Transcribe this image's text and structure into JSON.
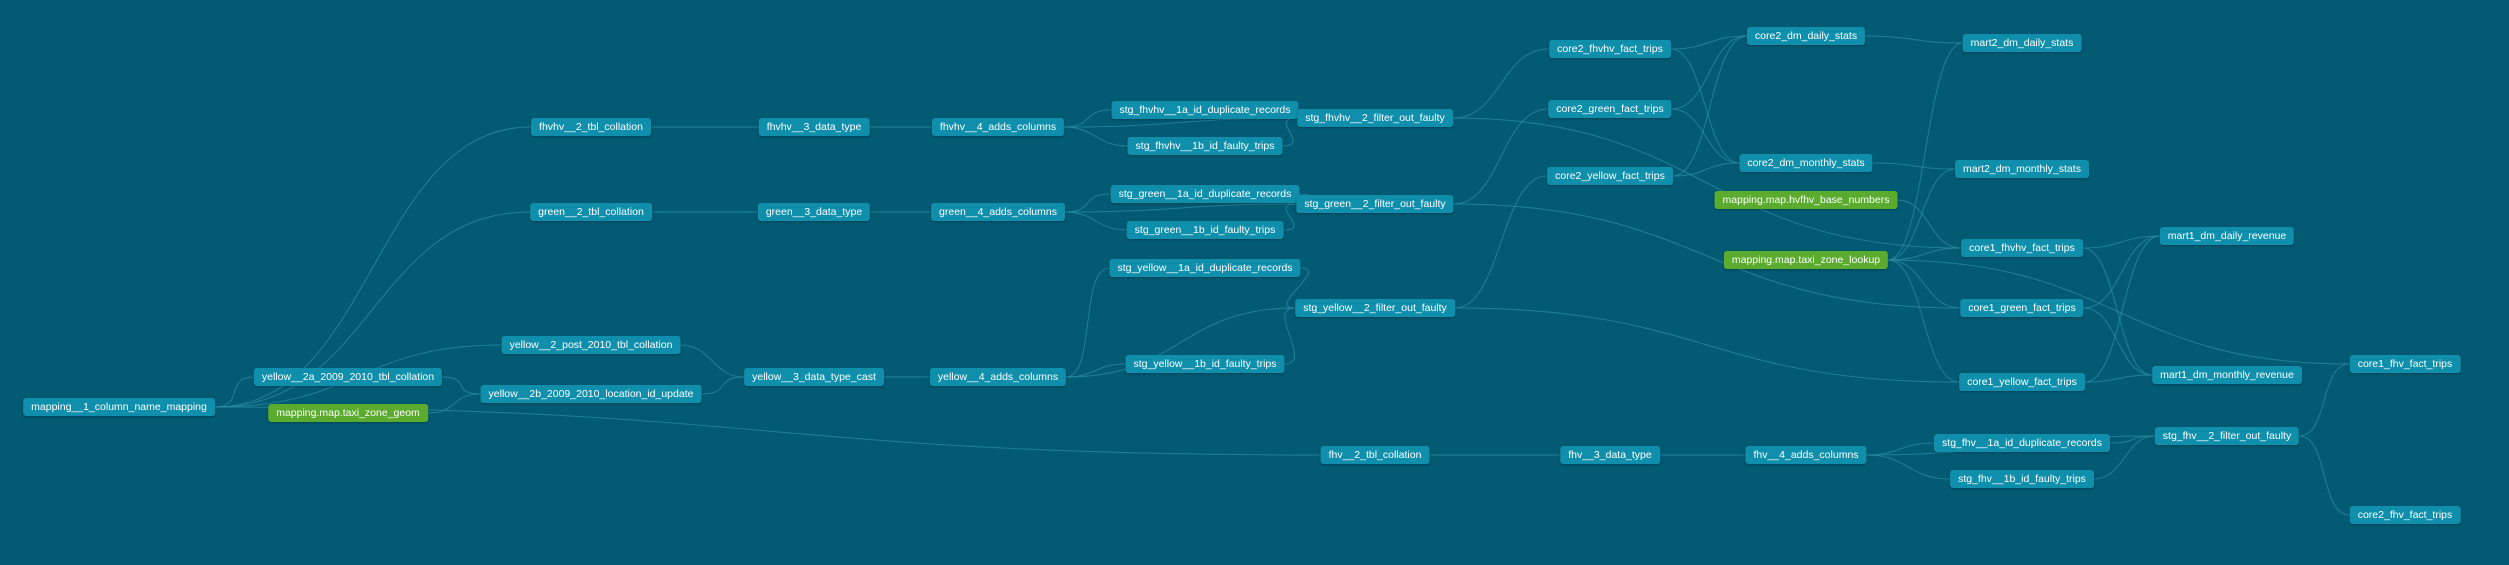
{
  "colors": {
    "background": "#035a73",
    "model": "#0f8fab",
    "seed": "#5aab2e",
    "edge": "#2b8da5"
  },
  "nodes": [
    {
      "id": "n1",
      "label": "mapping__1_column_name_mapping",
      "kind": "model"
    },
    {
      "id": "n2",
      "label": "yellow__2a_2009_2010_tbl_collation",
      "kind": "model"
    },
    {
      "id": "n3",
      "label": "mapping.map.taxi_zone_geom",
      "kind": "seed"
    },
    {
      "id": "n4",
      "label": "fhvhv__2_tbl_collation",
      "kind": "model"
    },
    {
      "id": "n5",
      "label": "green__2_tbl_collation",
      "kind": "model"
    },
    {
      "id": "n6",
      "label": "yellow__2_post_2010_tbl_collation",
      "kind": "model"
    },
    {
      "id": "n7",
      "label": "yellow__2b_2009_2010_location_id_update",
      "kind": "model"
    },
    {
      "id": "n8",
      "label": "fhvhv__3_data_type",
      "kind": "model"
    },
    {
      "id": "n9",
      "label": "green__3_data_type",
      "kind": "model"
    },
    {
      "id": "n10",
      "label": "yellow__3_data_type_cast",
      "kind": "model"
    },
    {
      "id": "n11",
      "label": "fhvhv__4_adds_columns",
      "kind": "model"
    },
    {
      "id": "n12",
      "label": "green__4_adds_columns",
      "kind": "model"
    },
    {
      "id": "n13",
      "label": "yellow__4_adds_columns",
      "kind": "model"
    },
    {
      "id": "n14",
      "label": "stg_fhvhv__1a_id_duplicate_records",
      "kind": "model"
    },
    {
      "id": "n15",
      "label": "stg_fhvhv__1b_id_faulty_trips",
      "kind": "model"
    },
    {
      "id": "n16",
      "label": "stg_green__1a_id_duplicate_records",
      "kind": "model"
    },
    {
      "id": "n17",
      "label": "stg_green__1b_id_faulty_trips",
      "kind": "model"
    },
    {
      "id": "n18",
      "label": "stg_yellow__1a_id_duplicate_records",
      "kind": "model"
    },
    {
      "id": "n19",
      "label": "stg_yellow__1b_id_faulty_trips",
      "kind": "model"
    },
    {
      "id": "n20",
      "label": "stg_fhvhv__2_filter_out_faulty",
      "kind": "model"
    },
    {
      "id": "n21",
      "label": "stg_green__2_filter_out_faulty",
      "kind": "model"
    },
    {
      "id": "n22",
      "label": "stg_yellow__2_filter_out_faulty",
      "kind": "model"
    },
    {
      "id": "n23",
      "label": "fhv__2_tbl_collation",
      "kind": "model"
    },
    {
      "id": "n24",
      "label": "core2_fhvhv_fact_trips",
      "kind": "model"
    },
    {
      "id": "n25",
      "label": "core2_green_fact_trips",
      "kind": "model"
    },
    {
      "id": "n26",
      "label": "core2_yellow_fact_trips",
      "kind": "model"
    },
    {
      "id": "n27",
      "label": "fhv__3_data_type",
      "kind": "model"
    },
    {
      "id": "n28",
      "label": "core2_dm_daily_stats",
      "kind": "model"
    },
    {
      "id": "n29",
      "label": "core2_dm_monthly_stats",
      "kind": "model"
    },
    {
      "id": "n30",
      "label": "mapping.map.hvfhv_base_numbers",
      "kind": "seed"
    },
    {
      "id": "n31",
      "label": "mapping.map.taxi_zone_lookup",
      "kind": "seed"
    },
    {
      "id": "n32",
      "label": "fhv__4_adds_columns",
      "kind": "model"
    },
    {
      "id": "n33",
      "label": "mart2_dm_daily_stats",
      "kind": "model"
    },
    {
      "id": "n34",
      "label": "mart2_dm_monthly_stats",
      "kind": "model"
    },
    {
      "id": "n35",
      "label": "core1_fhvhv_fact_trips",
      "kind": "model"
    },
    {
      "id": "n36",
      "label": "core1_green_fact_trips",
      "kind": "model"
    },
    {
      "id": "n37",
      "label": "core1_yellow_fact_trips",
      "kind": "model"
    },
    {
      "id": "n38",
      "label": "stg_fhv__1a_id_duplicate_records",
      "kind": "model"
    },
    {
      "id": "n39",
      "label": "stg_fhv__1b_id_faulty_trips",
      "kind": "model"
    },
    {
      "id": "n40",
      "label": "mart1_dm_daily_revenue",
      "kind": "model"
    },
    {
      "id": "n41",
      "label": "mart1_dm_monthly_revenue",
      "kind": "model"
    },
    {
      "id": "n42",
      "label": "stg_fhv__2_filter_out_faulty",
      "kind": "model"
    },
    {
      "id": "n43",
      "label": "core1_fhv_fact_trips",
      "kind": "model"
    },
    {
      "id": "n44",
      "label": "core2_fhv_fact_trips",
      "kind": "model"
    }
  ],
  "edges": [
    [
      "n1",
      "n2"
    ],
    [
      "n1",
      "n4"
    ],
    [
      "n1",
      "n5"
    ],
    [
      "n1",
      "n6"
    ],
    [
      "n1",
      "n23"
    ],
    [
      "n2",
      "n7"
    ],
    [
      "n3",
      "n7"
    ],
    [
      "n7",
      "n10"
    ],
    [
      "n6",
      "n10"
    ],
    [
      "n4",
      "n8"
    ],
    [
      "n5",
      "n9"
    ],
    [
      "n8",
      "n11"
    ],
    [
      "n9",
      "n12"
    ],
    [
      "n10",
      "n13"
    ],
    [
      "n11",
      "n14"
    ],
    [
      "n11",
      "n15"
    ],
    [
      "n12",
      "n16"
    ],
    [
      "n12",
      "n17"
    ],
    [
      "n13",
      "n18"
    ],
    [
      "n13",
      "n19"
    ],
    [
      "n11",
      "n20"
    ],
    [
      "n14",
      "n20"
    ],
    [
      "n15",
      "n20"
    ],
    [
      "n12",
      "n21"
    ],
    [
      "n16",
      "n21"
    ],
    [
      "n17",
      "n21"
    ],
    [
      "n13",
      "n22"
    ],
    [
      "n18",
      "n22"
    ],
    [
      "n19",
      "n22"
    ],
    [
      "n20",
      "n24"
    ],
    [
      "n21",
      "n25"
    ],
    [
      "n22",
      "n26"
    ],
    [
      "n24",
      "n28"
    ],
    [
      "n25",
      "n28"
    ],
    [
      "n26",
      "n28"
    ],
    [
      "n24",
      "n29"
    ],
    [
      "n25",
      "n29"
    ],
    [
      "n26",
      "n29"
    ],
    [
      "n28",
      "n33"
    ],
    [
      "n29",
      "n34"
    ],
    [
      "n20",
      "n35"
    ],
    [
      "n30",
      "n35"
    ],
    [
      "n31",
      "n35"
    ],
    [
      "n21",
      "n36"
    ],
    [
      "n31",
      "n36"
    ],
    [
      "n22",
      "n37"
    ],
    [
      "n31",
      "n37"
    ],
    [
      "n23",
      "n27"
    ],
    [
      "n27",
      "n32"
    ],
    [
      "n32",
      "n38"
    ],
    [
      "n32",
      "n39"
    ],
    [
      "n32",
      "n42"
    ],
    [
      "n38",
      "n42"
    ],
    [
      "n39",
      "n42"
    ],
    [
      "n42",
      "n43"
    ],
    [
      "n42",
      "n44"
    ],
    [
      "n31",
      "n43"
    ],
    [
      "n35",
      "n40"
    ],
    [
      "n36",
      "n40"
    ],
    [
      "n37",
      "n40"
    ],
    [
      "n35",
      "n41"
    ],
    [
      "n36",
      "n41"
    ],
    [
      "n37",
      "n41"
    ],
    [
      "n31",
      "n33"
    ],
    [
      "n31",
      "n34"
    ]
  ]
}
